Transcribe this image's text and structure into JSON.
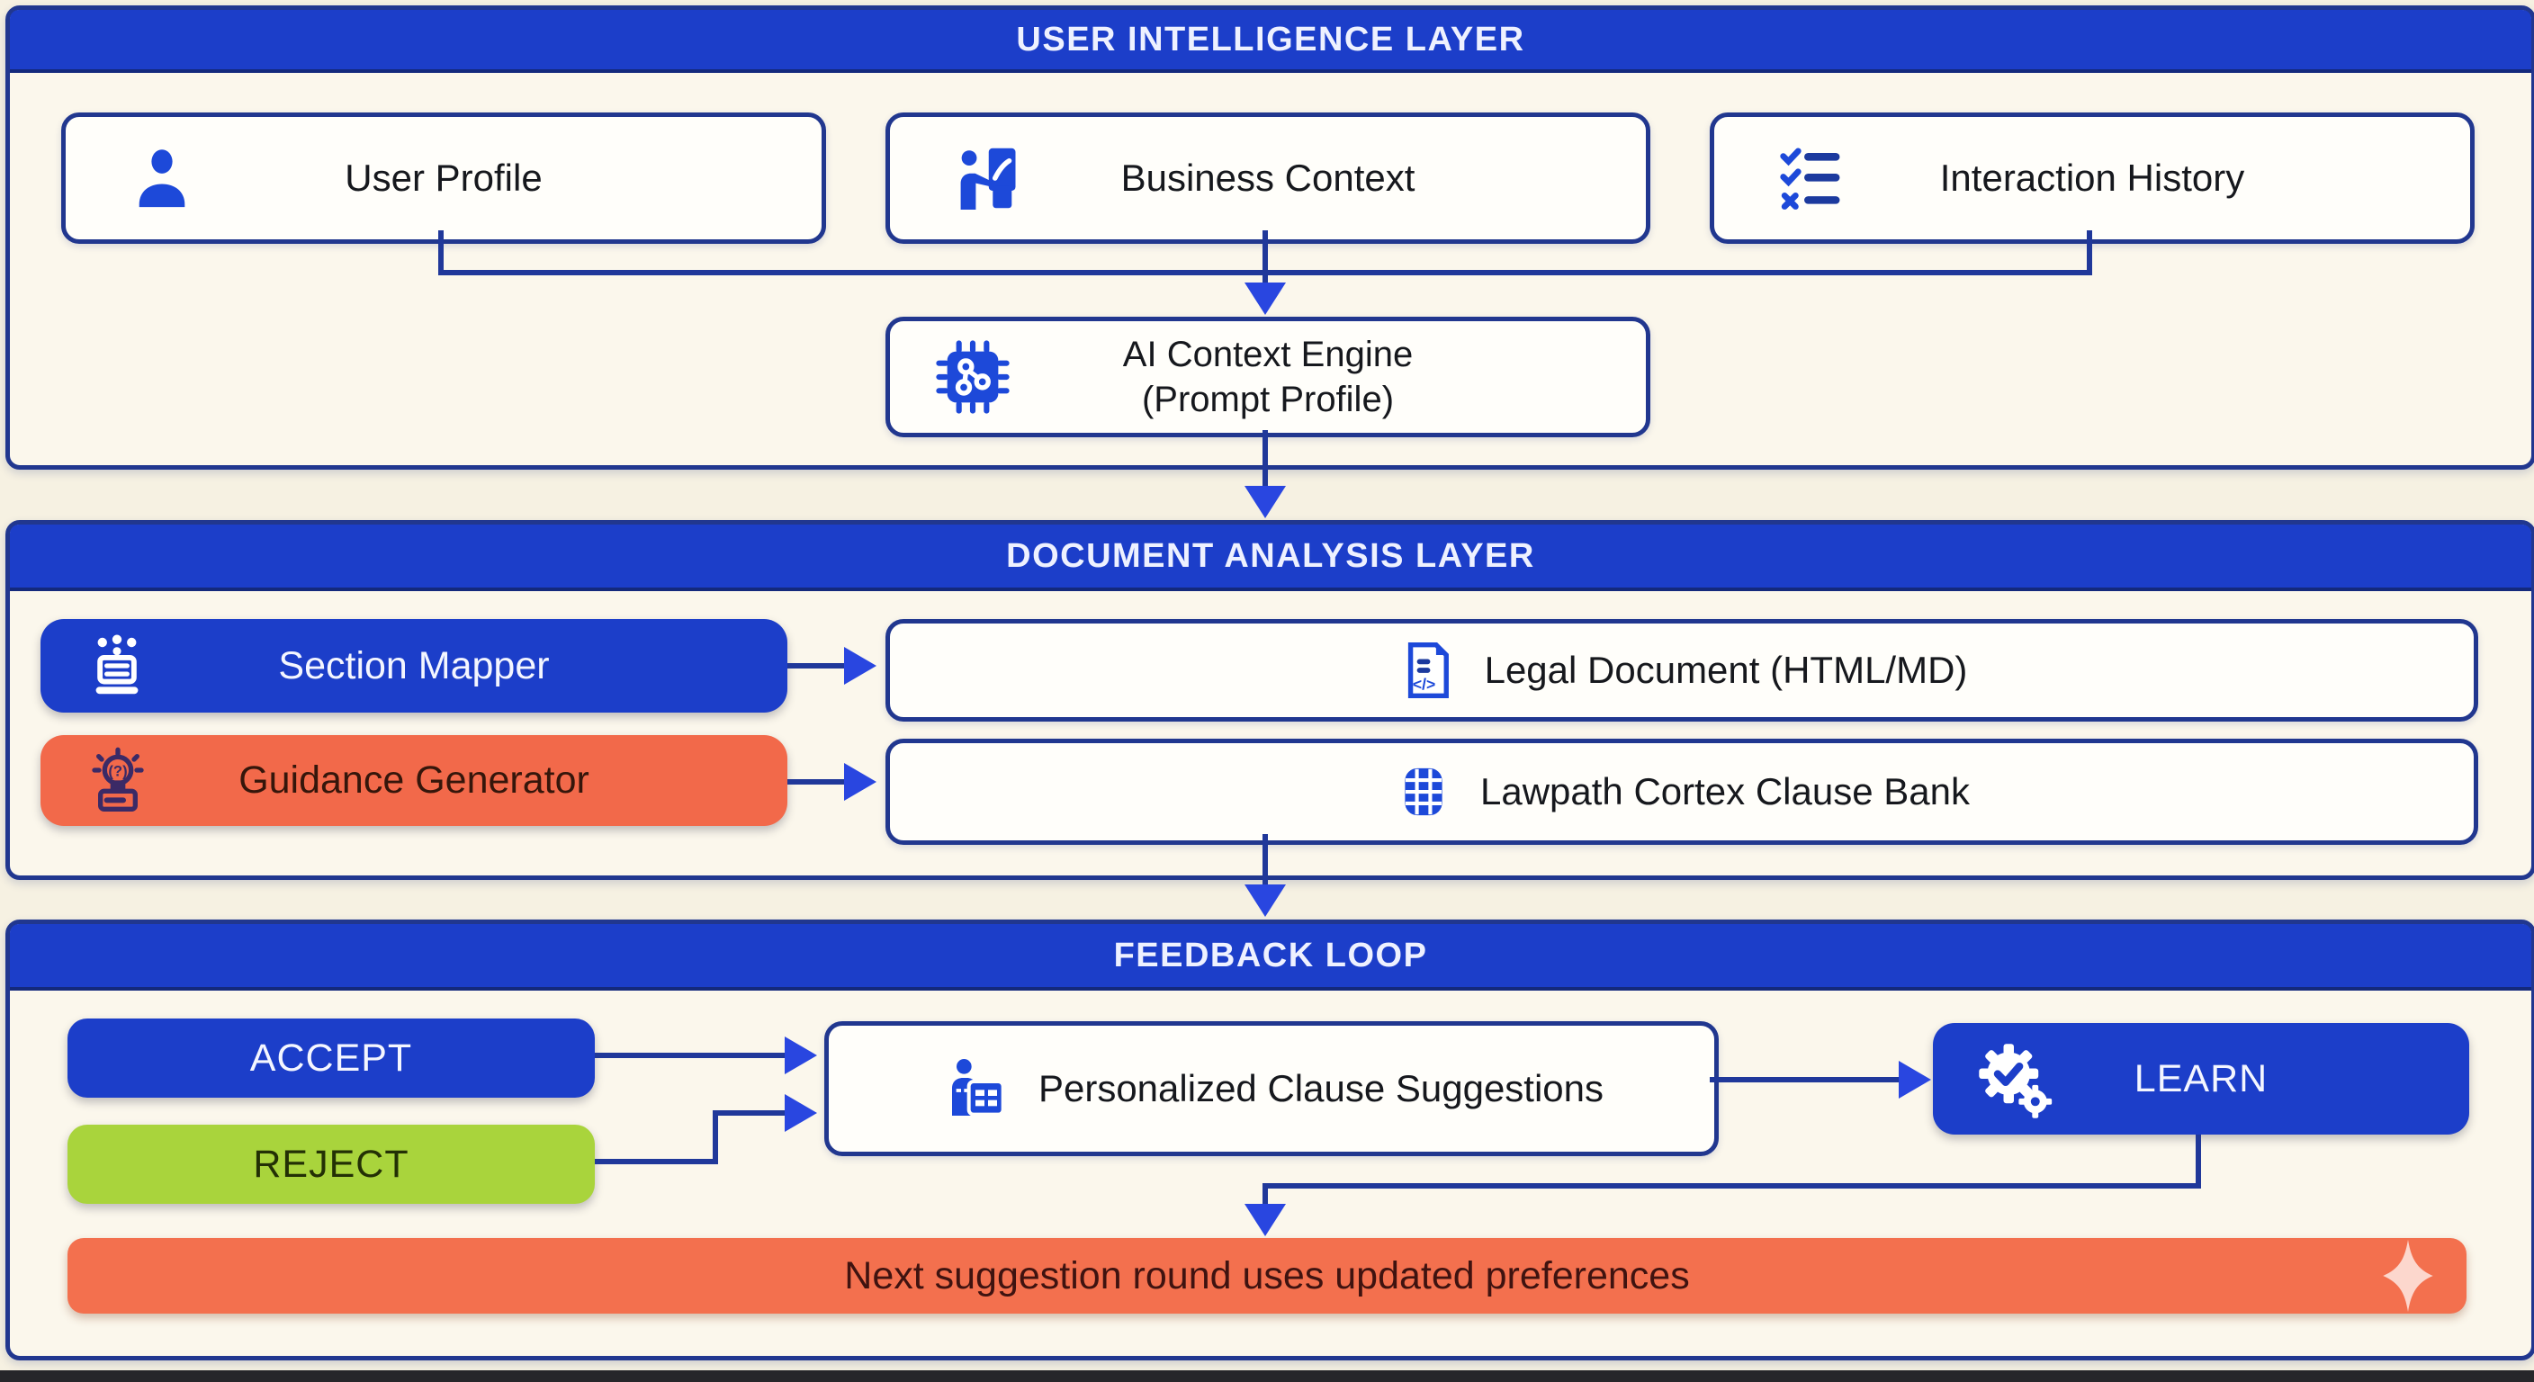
{
  "layer1": {
    "title": "USER INTELLIGENCE LAYER",
    "user_profile": "User Profile",
    "business_context": "Business Context",
    "interaction_history": "Interaction History",
    "engine_line1": "AI Context Engine",
    "engine_line2": "(Prompt Profile)"
  },
  "layer2": {
    "title": "DOCUMENT ANALYSIS LAYER",
    "section_mapper": "Section Mapper",
    "guidance_generator": "Guidance Generator",
    "legal_document": "Legal Document (HTML/MD)",
    "clause_bank": "Lawpath Cortex Clause Bank"
  },
  "layer3": {
    "title": "FEEDBACK LOOP",
    "accept": "ACCEPT",
    "reject": "REJECT",
    "suggestions": "Personalized Clause Suggestions",
    "learn": "LEARN",
    "banner": "Next suggestion round uses updated preferences"
  },
  "colors": {
    "band_blue": "#1c3ec9",
    "border_navy": "#21378f",
    "line_navy": "#20389a",
    "arrow_blue": "#2946e0",
    "icon_blue": "#1d49d9",
    "orange": "#f2694a",
    "green": "#a9d43c",
    "cream": "#fbf7ec"
  }
}
